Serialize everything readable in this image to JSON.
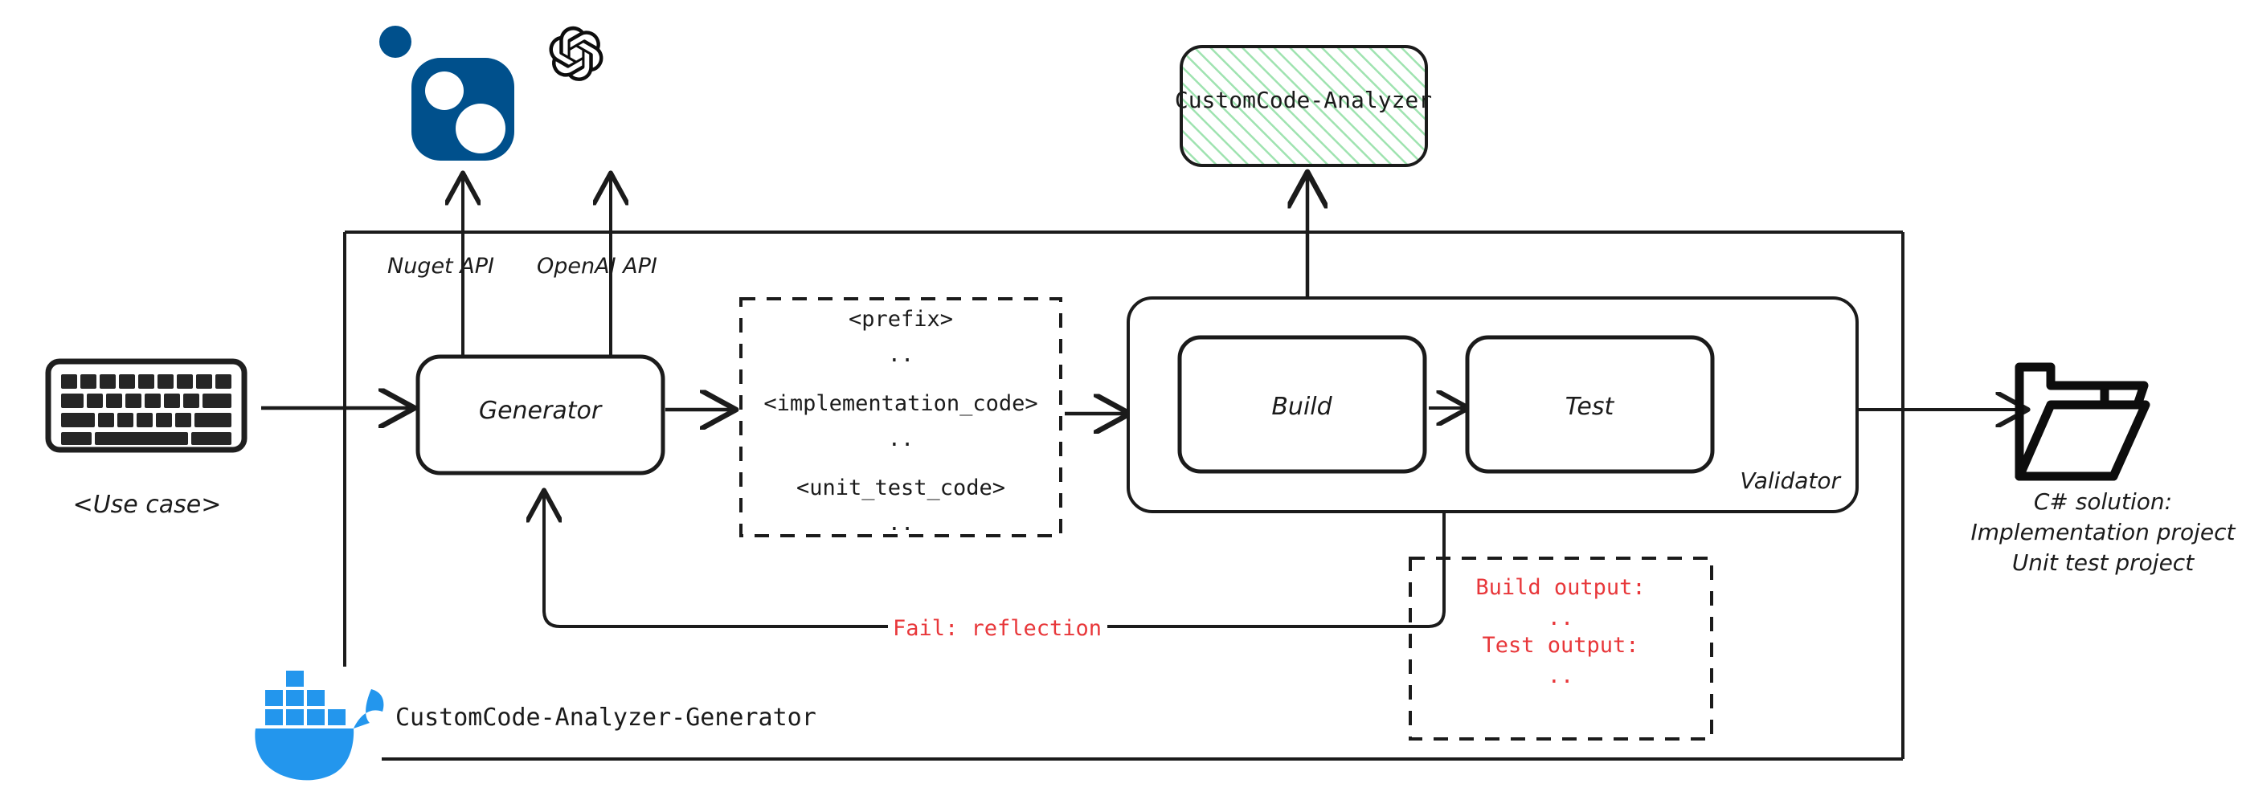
{
  "diagram": {
    "title": "CustomCode-Analyzer-Generator",
    "colors": {
      "stroke": "#1b1b1b",
      "fail_red": "#e8373a",
      "analyzer_hatch_green": "#9fe3b0",
      "docker_blue": "#2396ed",
      "nuget_blue": "#00508c"
    },
    "input": {
      "icon": "keyboard-icon",
      "label": "<Use case>"
    },
    "external_services": [
      {
        "icon": "nuget-icon",
        "label": "Nuget API"
      },
      {
        "icon": "openai-icon",
        "label": "OpenAI API"
      }
    ],
    "analyzer_box": {
      "label": "CustomCode-Analyzer",
      "fill_style": "diagonal-hatch-green"
    },
    "generator": {
      "label": "Generator"
    },
    "code_block": {
      "lines": [
        "<prefix>",
        "..",
        "<implementation_code>",
        "..",
        "<unit_test_code>",
        ".."
      ]
    },
    "validator": {
      "label": "Validator",
      "steps": [
        {
          "label": "Build"
        },
        {
          "label": "Test"
        }
      ]
    },
    "output_block": {
      "lines": [
        "Build output:",
        "..",
        "Test output:",
        ".."
      ]
    },
    "feedback_edge": {
      "label": "Fail: reflection"
    },
    "output": {
      "icon": "folder-icon",
      "caption_lines": [
        "C# solution:",
        "Implementation project",
        "Unit test project"
      ]
    },
    "container": {
      "icon": "docker-icon",
      "label": "CustomCode-Analyzer-Generator"
    }
  }
}
